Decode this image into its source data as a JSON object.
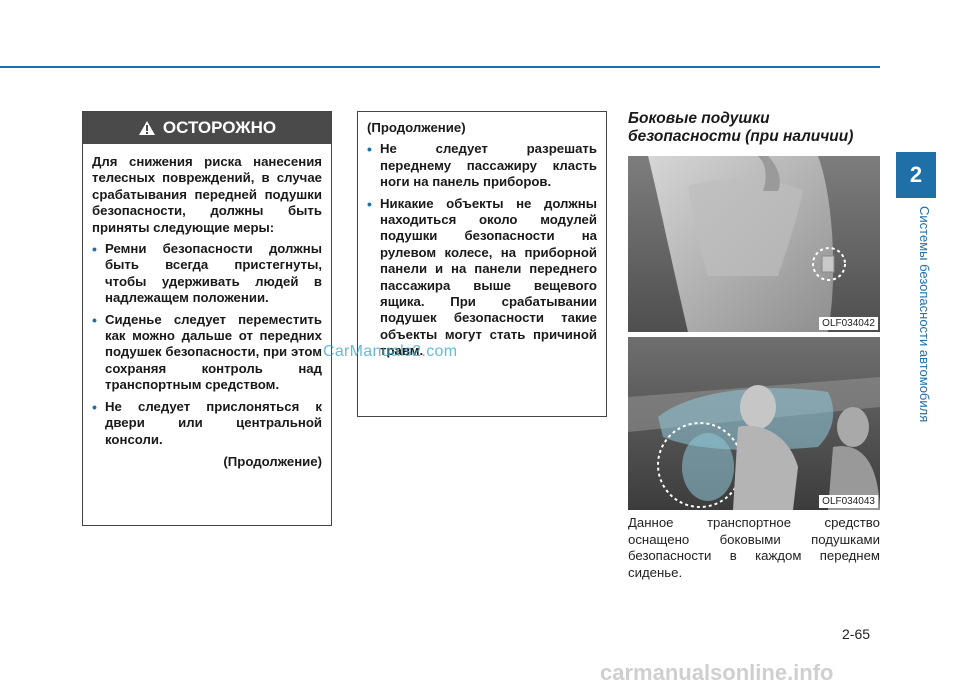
{
  "header": {
    "chapter_number": "2",
    "chapter_title": "Системы безопасности автомобиля"
  },
  "warning": {
    "title": "ОСТОРОЖНО",
    "intro": "Для снижения риска нанесения телесных повреждений, в случае срабатывания передней подушки безопасности, должны быть приняты следующие меры:",
    "bullets": [
      "Ремни безопасности должны быть всегда пристегнуты, чтобы удерживать людей в надлежащем положении.",
      "Сиденье следует переместить как можно дальше от передних подушек безопасности, при этом сохраняя контроль над транспортным средством.",
      "Не следует прислоняться к двери или центральной консоли."
    ],
    "continued": "(Продолжение)"
  },
  "continuation": {
    "label": "(Продолжение)",
    "bullets": [
      "Не следует разрешать переднему пассажиру класть ноги на панель приборов.",
      "Никакие объекты не должны находиться около модулей подушки безопасности на рулевом колесе, на приборной панели и на панели переднего пассажира выше вещевого ящика. При срабатывании подушек безопасности такие объекты могут стать причиной травм."
    ]
  },
  "section": {
    "title_line1": "Боковые подушки",
    "title_line2": "безопасности (при наличии)",
    "figures": [
      {
        "code": "OLF034042"
      },
      {
        "code": "OLF034043"
      }
    ],
    "body": "Данное транспортное средство оснащено боковыми подушками безопасности в каждом переднем сиденье."
  },
  "page_number": "2-65",
  "watermarks": {
    "middle": "CarManuals2.com",
    "footer": "carmanualsonline.info"
  },
  "colors": {
    "accent": "#1f6fa8",
    "warning_header": "#4a4a4a",
    "bullet": "#1f6fa8"
  }
}
